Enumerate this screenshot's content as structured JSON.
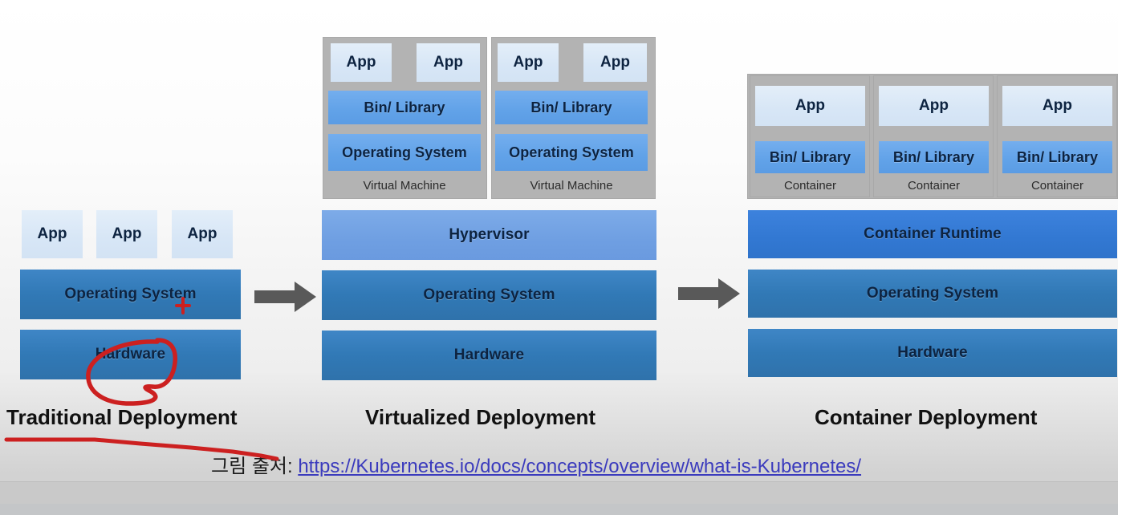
{
  "slide": {
    "title_text_color": "#111111",
    "source_prefix": "그림 출처: ",
    "source_url": "https://Kubernetes.io/docs/concepts/overview/what-is-Kubernetes/"
  },
  "colors": {
    "app_box": "#d7e6f6",
    "os_bar": "#3179b6",
    "hardware_bar": "#3179b6",
    "hypervisor_bar": "#6f9fe2",
    "container_runtime_bar": "#3278d2",
    "bin_library_bar": "#61a2e8",
    "machine_gray": "#b3b3b3",
    "arrow_gray": "#595959",
    "annotation_red": "#cc2020",
    "link_blue": "#3b3bbd"
  },
  "sections": [
    {
      "id": "traditional",
      "caption": "Traditional Deployment",
      "apps": [
        "App",
        "App",
        "App"
      ],
      "stack": [
        "Operating System",
        "Hardware"
      ]
    },
    {
      "id": "virtualized",
      "caption": "Virtualized Deployment",
      "machines": [
        {
          "label": "Virtual Machine",
          "apps": [
            "App",
            "App"
          ],
          "layers": [
            "Bin/ Library",
            "Operating System"
          ]
        },
        {
          "label": "Virtual Machine",
          "apps": [
            "App",
            "App"
          ],
          "layers": [
            "Bin/ Library",
            "Operating System"
          ]
        }
      ],
      "stack": [
        "Hypervisor",
        "Operating System",
        "Hardware"
      ]
    },
    {
      "id": "container",
      "caption": "Container Deployment",
      "containers": [
        {
          "label": "Container",
          "apps": [
            "App"
          ],
          "layers": [
            "Bin/ Library"
          ]
        },
        {
          "label": "Container",
          "apps": [
            "App"
          ],
          "layers": [
            "Bin/ Library"
          ]
        },
        {
          "label": "Container",
          "apps": [
            "App"
          ],
          "layers": [
            "Bin/ Library"
          ]
        }
      ],
      "stack": [
        "Container Runtime",
        "Operating System",
        "Hardware"
      ]
    }
  ],
  "arrows": [
    {
      "name": "arrow-traditional-to-virtualized"
    },
    {
      "name": "arrow-virtualized-to-container"
    }
  ],
  "annotations": [
    {
      "name": "red-circle-around-hardware"
    },
    {
      "name": "red-underline-under-traditional-deployment"
    },
    {
      "name": "red-cursor-mark-on-operating-system"
    }
  ]
}
